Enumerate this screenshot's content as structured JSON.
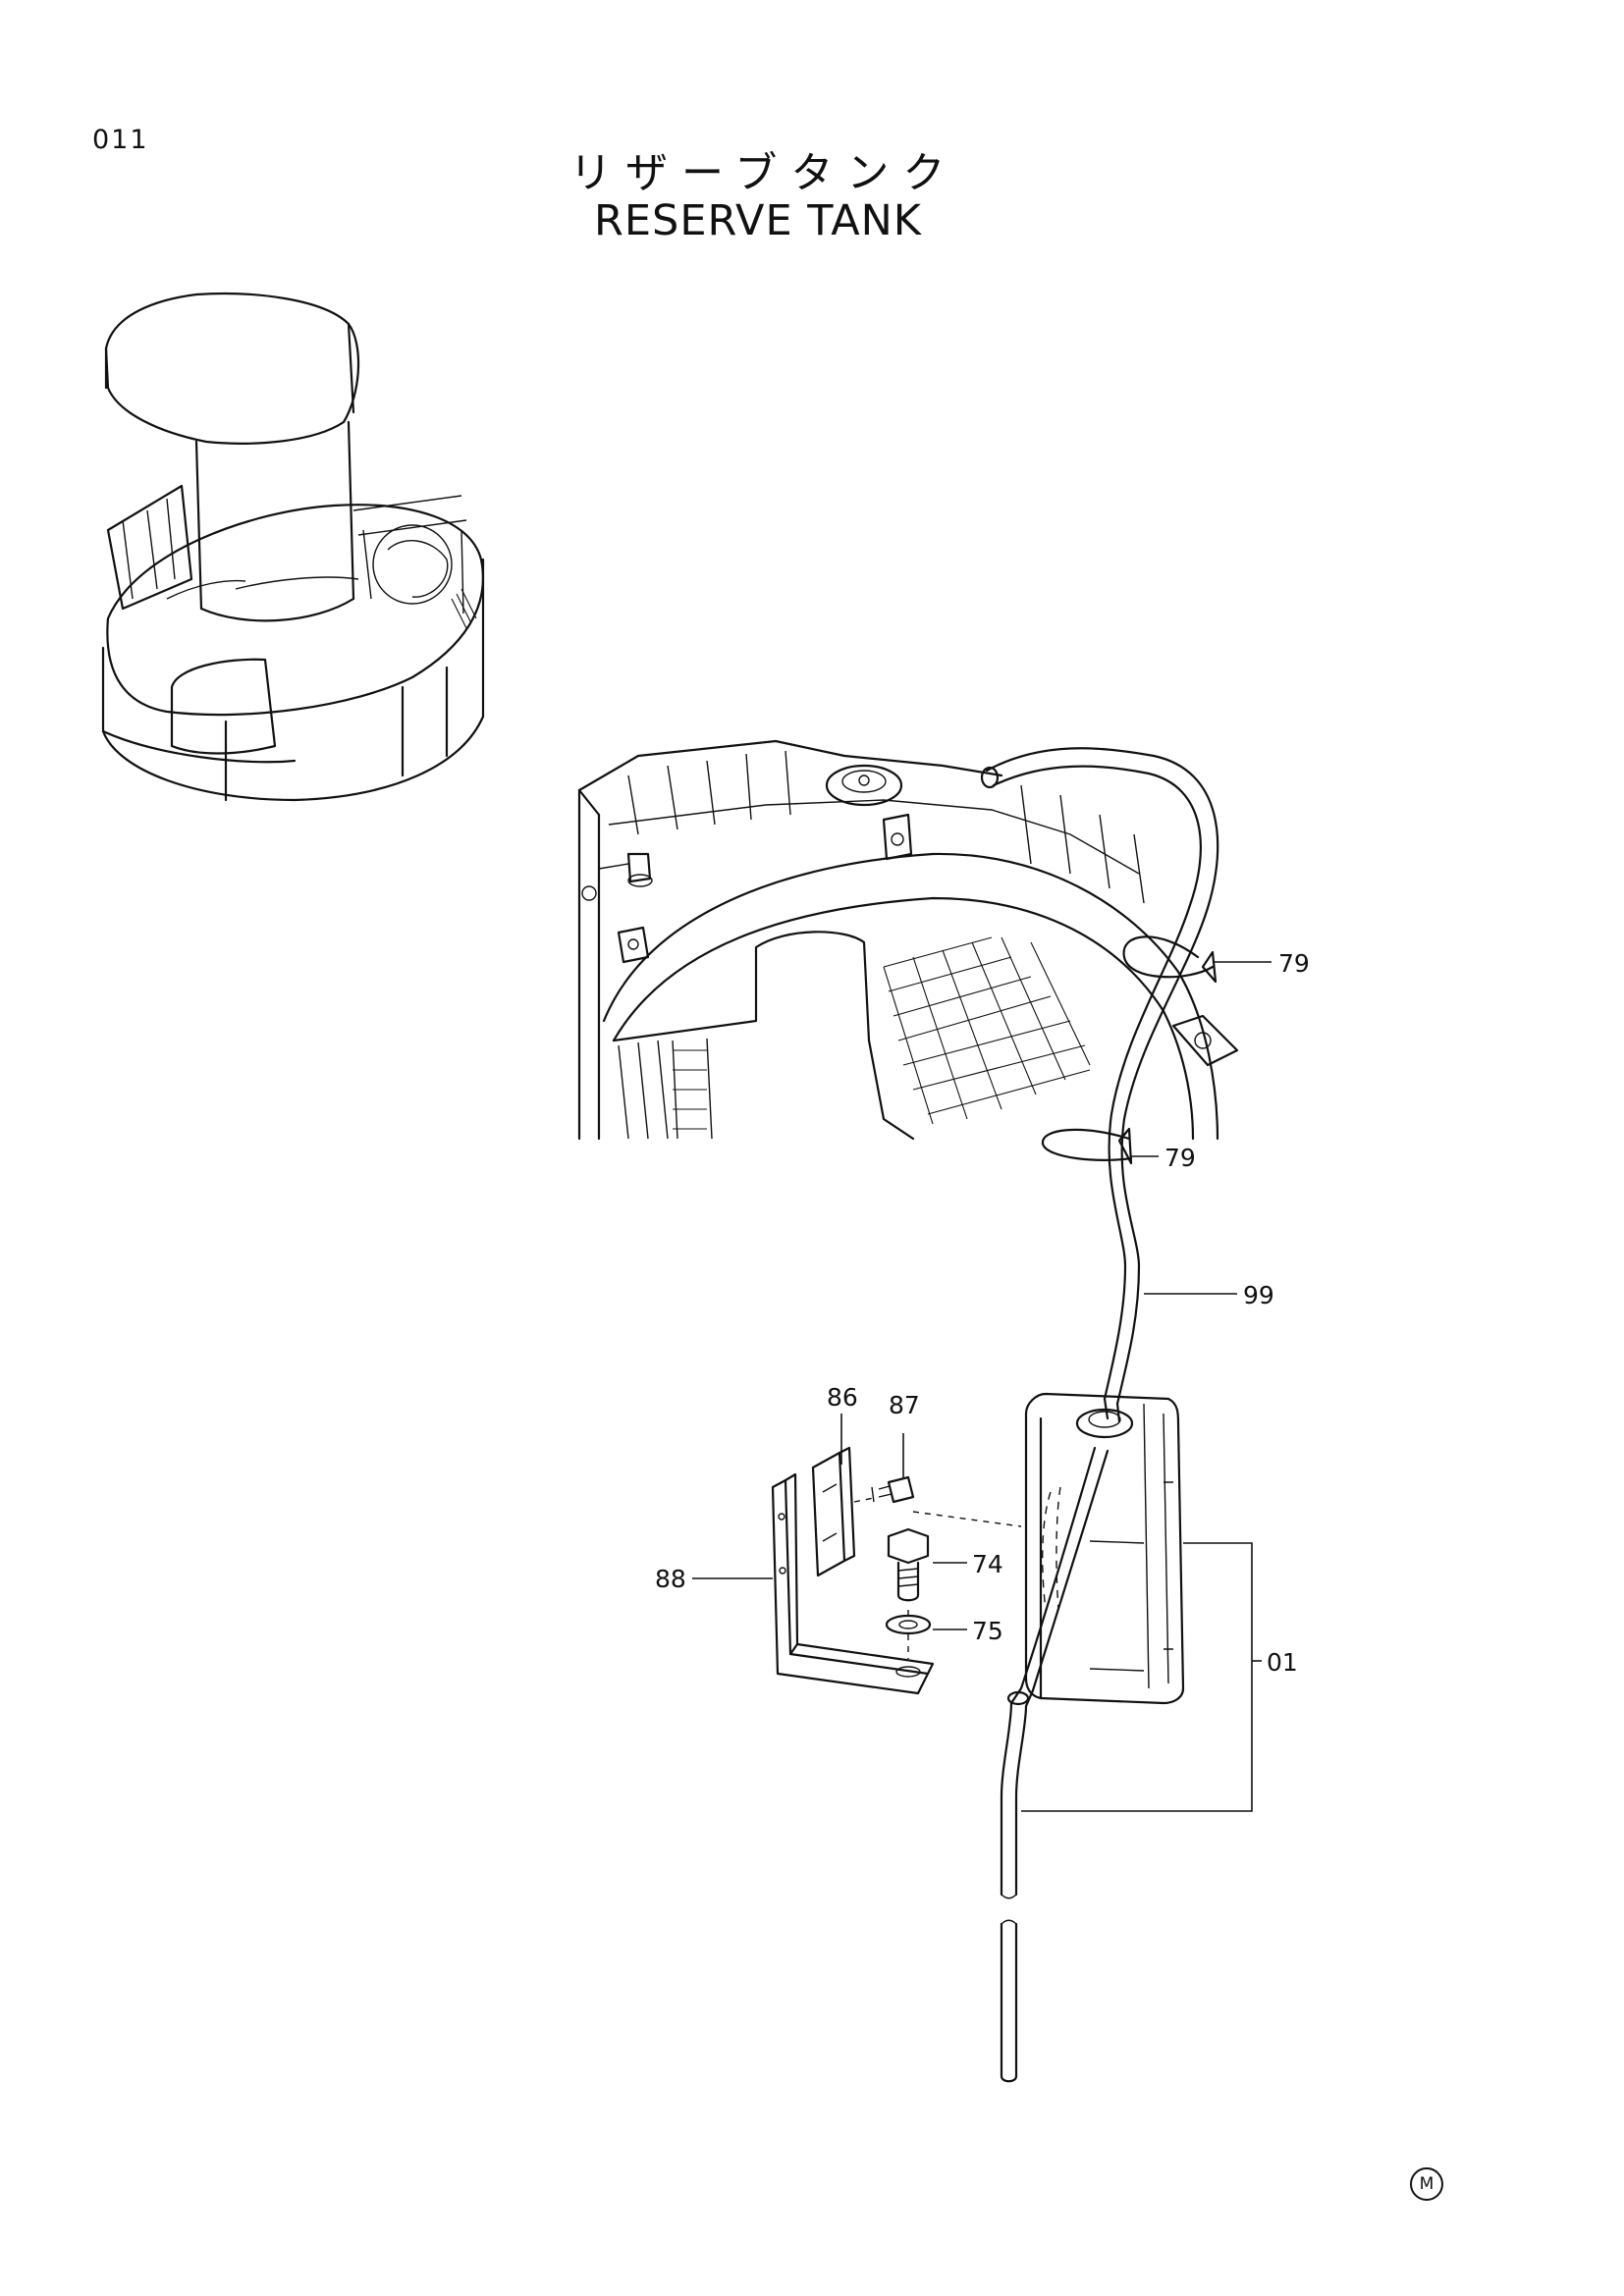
{
  "page": {
    "number": "011"
  },
  "title": {
    "japanese": "リザーブタンク",
    "english": "RESERVE TANK"
  },
  "callouts": [
    {
      "id": "c79a",
      "label": "79",
      "part": "clip"
    },
    {
      "id": "c79b",
      "label": "79",
      "part": "clip"
    },
    {
      "id": "c99",
      "label": "99",
      "part": "hose"
    },
    {
      "id": "c86",
      "label": "86",
      "part": "plate"
    },
    {
      "id": "c87",
      "label": "87",
      "part": "bolt"
    },
    {
      "id": "c74",
      "label": "74",
      "part": "bolt"
    },
    {
      "id": "c75",
      "label": "75",
      "part": "lock washer"
    },
    {
      "id": "c88",
      "label": "88",
      "part": "bracket"
    },
    {
      "id": "c01",
      "label": "01",
      "part": "reserve tank assembly"
    }
  ],
  "marks": {
    "circled": "M"
  }
}
